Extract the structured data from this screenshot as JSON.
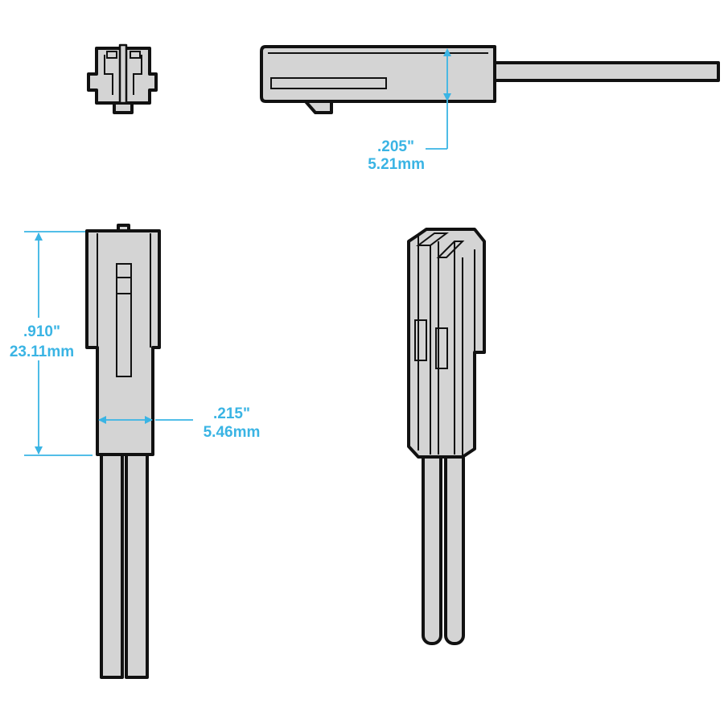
{
  "colors": {
    "dimension": "#3ab4e4",
    "part_fill": "#d4d4d4",
    "outline": "#111111"
  },
  "dimensions": {
    "height_side": {
      "inch": ".205\"",
      "mm": "5.21mm"
    },
    "length": {
      "inch": ".910\"",
      "mm": "23.11mm"
    },
    "width": {
      "inch": ".215\"",
      "mm": "5.46mm"
    }
  }
}
